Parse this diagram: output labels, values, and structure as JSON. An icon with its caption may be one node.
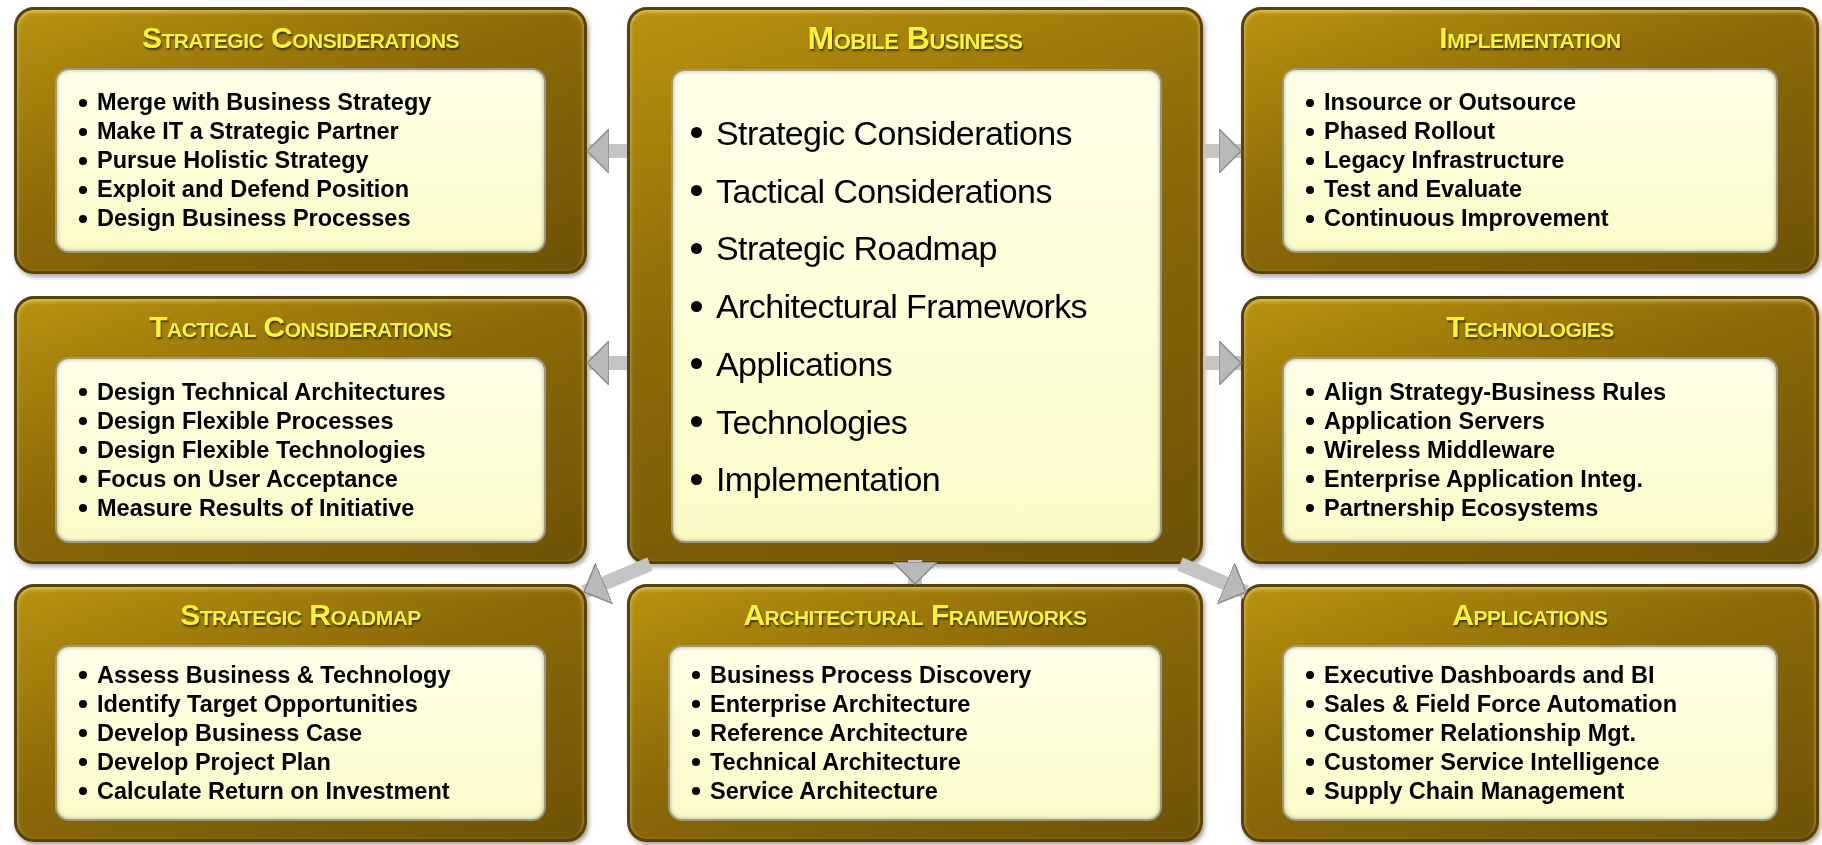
{
  "diagram": {
    "nodes": [
      {
        "text": [
          "Strategic Considerations"
        ]
      },
      {
        "text": [
          "Merge with Business Strategy",
          "Make IT a Strategic Partner",
          "Pursue Holistic Strategy",
          "Exploit and Defend Position",
          "Design Business Processes"
        ],
        "in": 0
      },
      {
        "text": [
          "Mobile Business"
        ]
      },
      {
        "text": [
          "Strategic Considerations",
          "Tactical Considerations",
          "Strategic Roadmap",
          "Architectural Frameworks",
          "Applications",
          "Technologies",
          "Implementation"
        ],
        "in": 2
      },
      {
        "text": [
          "Implementation"
        ]
      },
      {
        "text": [
          "Insource or Outsource",
          "Phased Rollout",
          "Legacy Infrastructure",
          "Test and Evaluate",
          "Continuous Improvement"
        ],
        "in": 4
      },
      {
        "text": [
          "Tactical Considerations"
        ]
      },
      {
        "text": [
          "Design Technical Architectures",
          "Design Flexible Processes",
          "Design Flexible Technologies",
          "Focus on User Acceptance",
          "Measure Results of Initiative"
        ],
        "in": 6
      },
      {
        "text": [
          "Technologies"
        ]
      },
      {
        "text": [
          "Align Strategy-Business Rules",
          "Application Servers",
          "Wireless Middleware",
          "Enterprise Application Integ.",
          "Partnership Ecosystems"
        ],
        "in": 8
      },
      {
        "text": [
          "Strategic Roadmap"
        ]
      },
      {
        "text": [
          "Assess Business & Technology",
          "Identify Target Opportunities",
          "Develop Business Case",
          "Develop Project Plan",
          "Calculate Return on Investment"
        ],
        "in": 10
      },
      {
        "text": [
          "Architectural Frameworks"
        ]
      },
      {
        "text": [
          "Business Process Discovery",
          "Enterprise Architecture",
          "Reference Architecture",
          "Technical Architecture",
          "Service Architecture"
        ],
        "in": 12
      },
      {
        "text": [
          "Applications"
        ]
      },
      {
        "text": [
          "Executive Dashboards and BI",
          "Sales & Field Force Automation",
          "Customer Relationship Mgt.",
          "Customer Service Intelligence",
          "Supply Chain Management"
        ],
        "in": 14
      }
    ],
    "edges": [
      {
        "from": 2,
        "to": 0,
        "arrow": "to"
      },
      {
        "from": 2,
        "to": 4,
        "arrow": "to"
      },
      {
        "from": 2,
        "to": 6,
        "arrow": "to"
      },
      {
        "from": 2,
        "to": 8,
        "arrow": "to"
      },
      {
        "from": 2,
        "to": 10,
        "arrow": "to"
      },
      {
        "from": 2,
        "to": 12,
        "arrow": "to"
      },
      {
        "from": 2,
        "to": 14,
        "arrow": "to"
      }
    ]
  }
}
